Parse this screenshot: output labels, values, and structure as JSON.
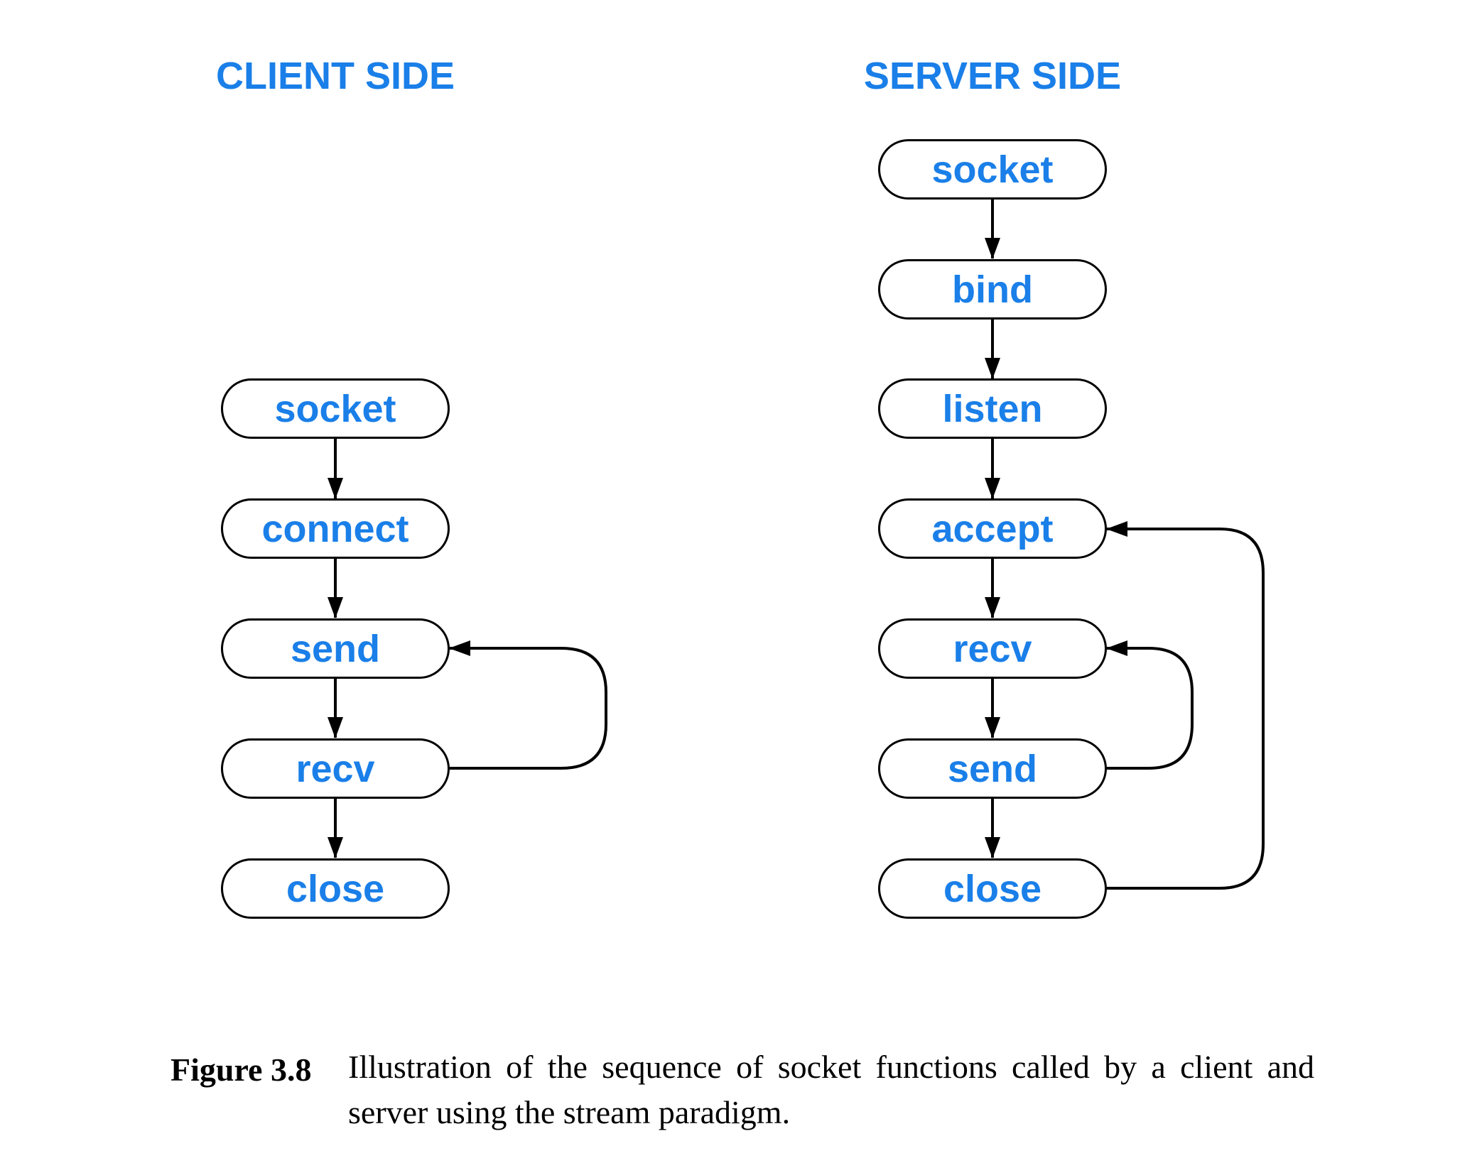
{
  "client": {
    "heading": "CLIENT SIDE",
    "steps": [
      "socket",
      "connect",
      "send",
      "recv",
      "close"
    ]
  },
  "server": {
    "heading": "SERVER SIDE",
    "steps": [
      "socket",
      "bind",
      "listen",
      "accept",
      "recv",
      "send",
      "close"
    ]
  },
  "loops": [
    {
      "side": "client",
      "from": "recv",
      "to": "send"
    },
    {
      "side": "server",
      "from": "send",
      "to": "recv"
    },
    {
      "side": "server",
      "from": "close",
      "to": "accept"
    }
  ],
  "colors": {
    "label": "#1a7fe8",
    "stroke": "#000000"
  },
  "caption": {
    "label": "Figure 3.8",
    "text": "Illustration of the sequence of socket functions called by a client and server using the stream paradigm."
  }
}
